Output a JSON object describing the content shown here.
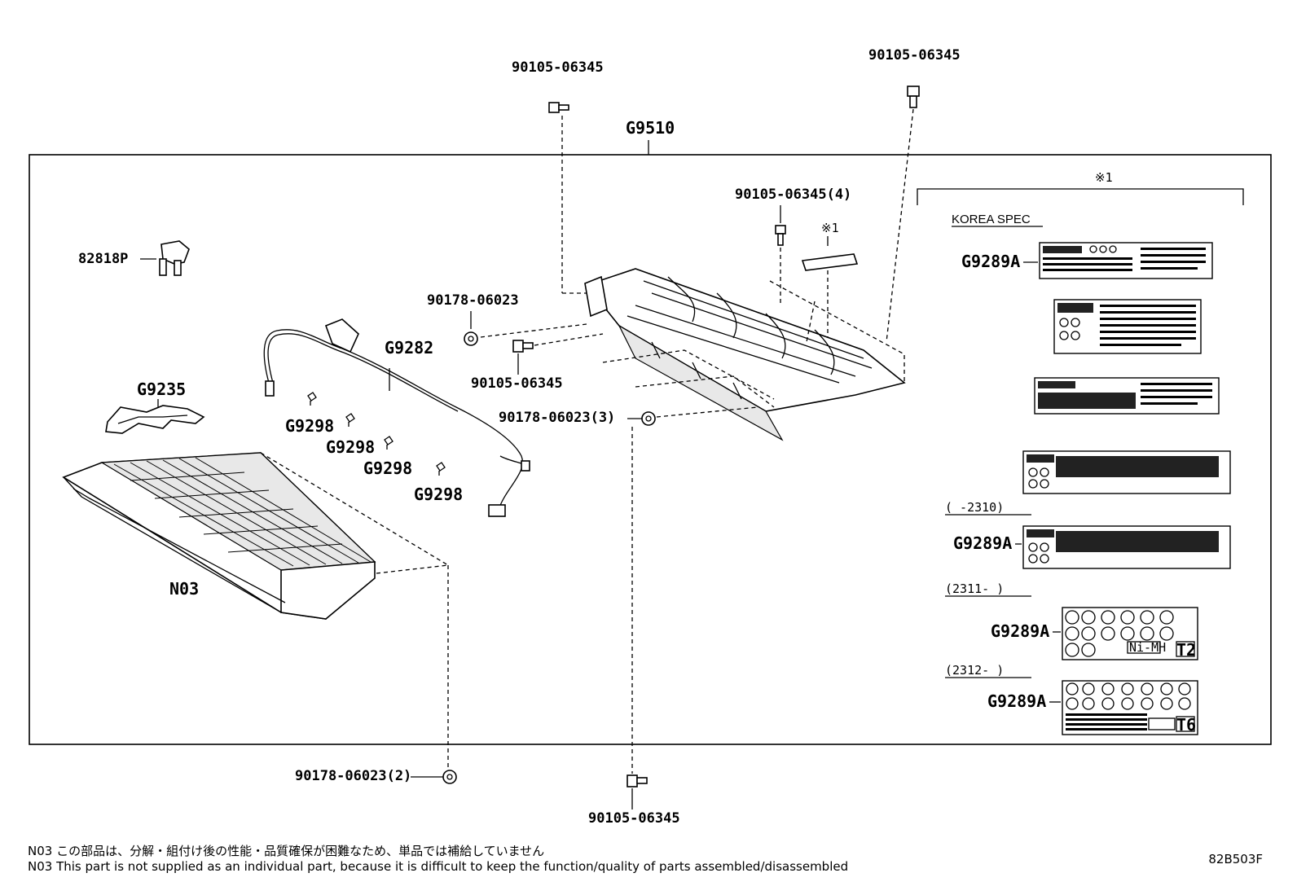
{
  "diagram": {
    "frame_label": "G9510",
    "parts": {
      "bolt_top_left": "90105-06345",
      "bolt_top_right": "90105-06345",
      "bolt_cover_4": "90105-06345(4)",
      "note_mark_cover": "※1",
      "bracket": "82818P",
      "nut_left": "90178-06023",
      "bolt_mid": "90105-06345",
      "nut_3": "90178-06023(3)",
      "harness": "G9282",
      "clip_1": "G9298",
      "clip_2": "G9298",
      "clip_3": "G9298",
      "clip_4": "G9298",
      "insulator": "G9235",
      "battery": "N03",
      "nut_2": "90178-06023(2)",
      "bolt_bottom": "90105-06345"
    },
    "labels_panel": {
      "bracket_mark": "※1",
      "spec": "KOREA SPEC",
      "label_part_1": "G9289A",
      "range_1": "(      -2310)",
      "label_part_2": "G9289A",
      "range_2": "(2311-      )",
      "label_part_3": "G9289A",
      "range_3": "(2312-      )",
      "label_part_4": "G9289A",
      "tag_t2": "T2",
      "tag_t6": "T6",
      "tag_nimh": "Ni-MH"
    }
  },
  "footer": {
    "note_jp": "N03 この部品は、分解・組付け後の性能・品質確保が困難なため、単品では補給していません",
    "note_en": "N03 This part is not supplied as an individual part, because it is difficult to keep the function/quality of parts assembled/disassembled",
    "drawing_code": "82B503F"
  }
}
